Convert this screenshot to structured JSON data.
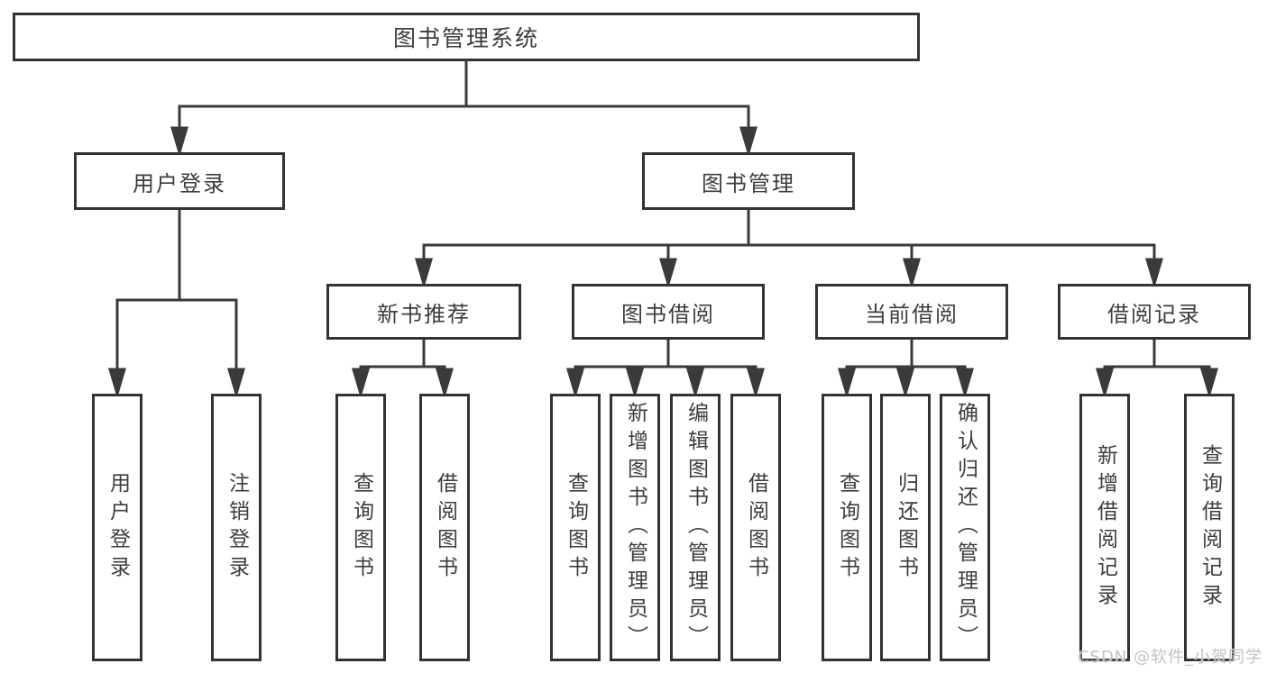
{
  "tree": {
    "root": {
      "label": "图书管理系统"
    },
    "level2": [
      {
        "label": "用户登录"
      },
      {
        "label": "图书管理"
      }
    ],
    "level3": [
      {
        "label": "新书推荐"
      },
      {
        "label": "图书借阅"
      },
      {
        "label": "当前借阅"
      },
      {
        "label": "借阅记录"
      }
    ],
    "leaves": [
      {
        "label": "用户登录"
      },
      {
        "label": "注销登录"
      },
      {
        "label": "查询图书"
      },
      {
        "label": "借阅图书"
      },
      {
        "label": "查询图书"
      },
      {
        "label": "新增图书（管理员）"
      },
      {
        "label": "编辑图书（管理员）"
      },
      {
        "label": "借阅图书"
      },
      {
        "label": "查询图书"
      },
      {
        "label": "归还图书"
      },
      {
        "label": "确认归还（管理员）"
      },
      {
        "label": "新增借阅记录"
      },
      {
        "label": "查询借阅记录"
      }
    ]
  },
  "watermark": {
    "text": "CSDN @软件_小贺同学"
  },
  "colors": {
    "line": "#3a3a3a",
    "border": "#333333",
    "text": "#3d3d3d",
    "watermark": "#c2c2c2",
    "background": "#ffffff"
  }
}
